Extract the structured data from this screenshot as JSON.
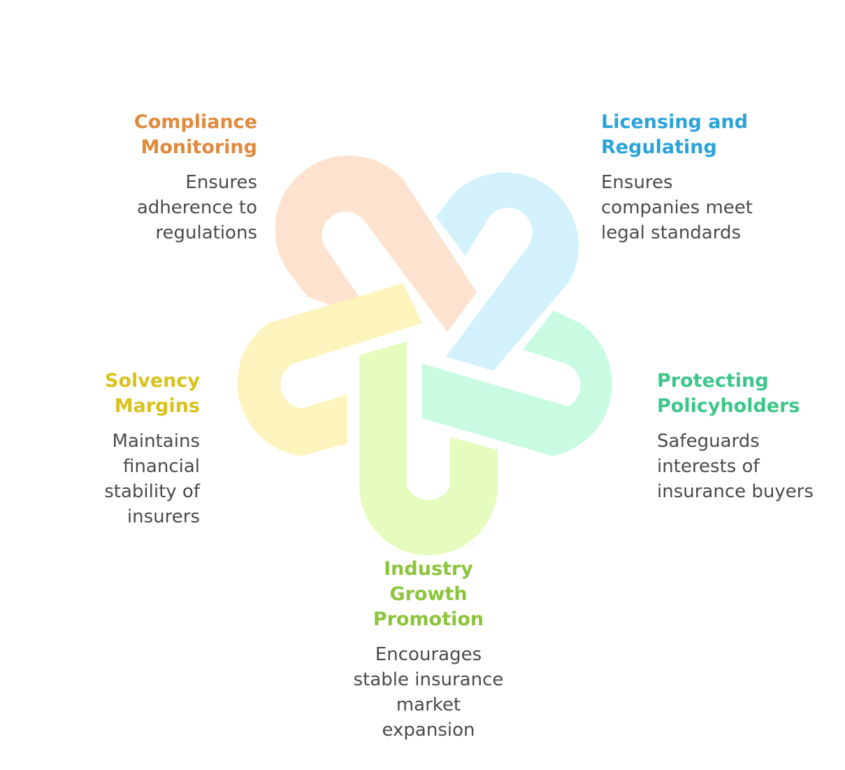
{
  "items": [
    {
      "id": "compliance",
      "title": "Compliance\nMonitoring",
      "description": "Ensures\nadherence to\nregulations",
      "color": "#e08a3c",
      "fill": "#fde3cf"
    },
    {
      "id": "licensing",
      "title": "Licensing and\nRegulating",
      "description": "Ensures\ncompanies meet\nlegal standards",
      "color": "#2aa3d8",
      "fill": "#d3f1fc"
    },
    {
      "id": "solvency",
      "title": "Solvency\nMargins",
      "description": "Maintains\nfinancial\nstability of\ninsurers",
      "color": "#d9c21c",
      "fill": "#fdf4bd"
    },
    {
      "id": "protecting",
      "title": "Protecting\nPolicyholders",
      "description": "Safeguards\ninterests of\ninsurance buyers",
      "color": "#3dc68a",
      "fill": "#c9fbe3"
    },
    {
      "id": "industry",
      "title": "Industry\nGrowth\nPromotion",
      "description": "Encourages\nstable insurance\nmarket\nexpansion",
      "color": "#8cc43a",
      "fill": "#e6fbbe"
    }
  ]
}
